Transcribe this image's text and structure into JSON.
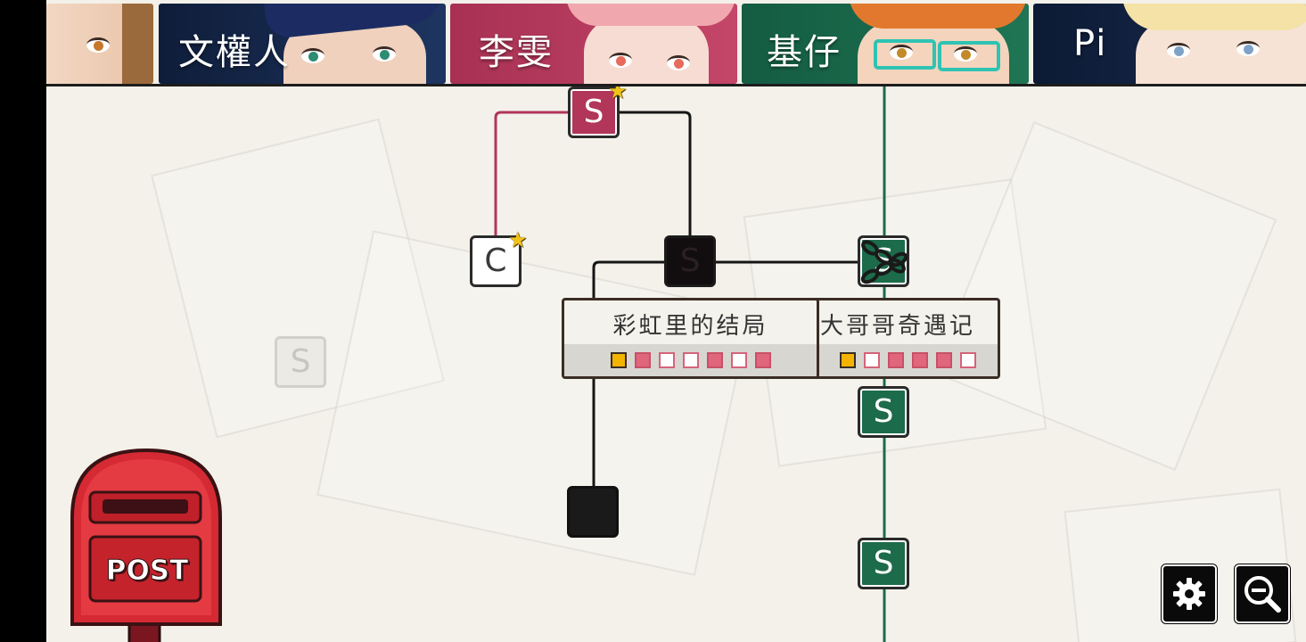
{
  "characters": [
    {
      "name": ""
    },
    {
      "name": "文權人"
    },
    {
      "name": "李雯"
    },
    {
      "name": "基仔"
    },
    {
      "name": "Pi"
    }
  ],
  "nodes": {
    "top_s": "S",
    "c_node": "C",
    "dark_s": "S",
    "green_locked_s": "S",
    "green_s1": "S",
    "green_s2": "S",
    "ghost_s": "S"
  },
  "cards": [
    {
      "title": "彩虹里的结局",
      "progress": [
        "gold",
        "on",
        "off",
        "off",
        "on",
        "off",
        "on"
      ]
    },
    {
      "title": "大哥哥奇遇记",
      "progress": [
        "gold",
        "off",
        "on",
        "on",
        "on",
        "off"
      ]
    }
  ],
  "postbox": {
    "label": "POST"
  },
  "colors": {
    "pink_route": "#b1365a",
    "green_route": "#1c6b4b",
    "accent_gold": "#f2b400"
  }
}
